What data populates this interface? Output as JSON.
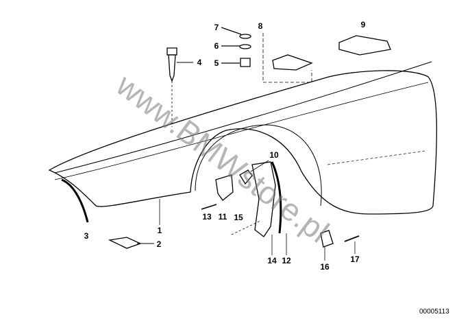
{
  "diagram": {
    "part_labels": [
      "1",
      "2",
      "3",
      "4",
      "5",
      "6",
      "7",
      "8",
      "9",
      "10",
      "11",
      "12",
      "13",
      "14",
      "15",
      "16",
      "17"
    ],
    "drawing_code": "00005113",
    "watermark": "www.BMWstore.pl"
  }
}
